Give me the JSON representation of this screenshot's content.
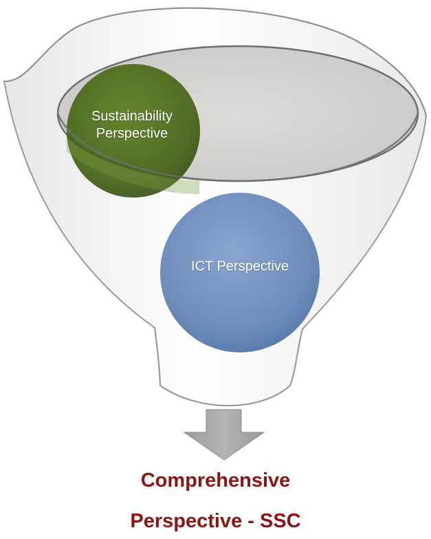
{
  "diagram": {
    "sustainability": {
      "line1": "Sustainability",
      "line2": "Perspective",
      "color": "#4a6a14"
    },
    "ict": {
      "label": "ICT Perspective",
      "color": "#7996c0"
    },
    "result": {
      "line1": "Comprehensive",
      "line2": "Perspective - SSC",
      "color": "#8c1413"
    },
    "funnel_color": "#eeeeee",
    "arrow_color": "#a6a6a6"
  }
}
